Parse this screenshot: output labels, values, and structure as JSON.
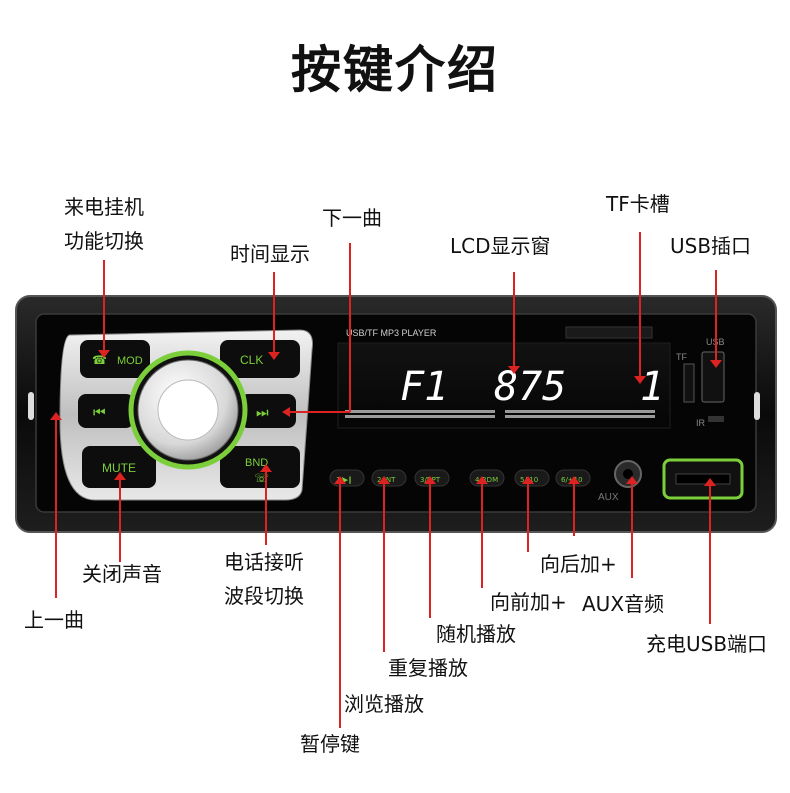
{
  "title": "按键介绍",
  "device": {
    "header_text": "USB/TF  MP3  PLAYER",
    "lcd_band": "F1",
    "lcd_freq": "875",
    "lcd_ch": "1",
    "tf_label": "TF",
    "usb_label": "USB",
    "ir_label": "IR",
    "aux_label": "AUX",
    "buttons": {
      "mod": "MOD",
      "clk": "CLK",
      "mute": "MUTE",
      "bnd": "BND",
      "prev": "⏮",
      "next": "⏭"
    },
    "presets": [
      "1/▶‖",
      "2/INT",
      "3/RPT",
      "4/RDM",
      "5/-10",
      "6/+10"
    ],
    "accent_color": "#7ccf3a",
    "lcd_color": "#ffffff"
  },
  "labels": {
    "hangup_line1": "来电挂机",
    "hangup_line2": "功能切换",
    "time_display": "时间显示",
    "next_track": "下一曲",
    "lcd_window": "LCD显示窗",
    "tf_slot": "TF卡槽",
    "usb_port": "USB插口",
    "mute": "关闭声音",
    "prev_track": "上一曲",
    "phone_line1": "电话接听",
    "phone_line2": "波段切换",
    "pause": "暂停键",
    "browse": "浏览播放",
    "repeat": "重复播放",
    "random": "随机播放",
    "forward": "向前加+",
    "backward": "向后加+",
    "aux": "AUX音频",
    "charge_usb": "充电USB端口"
  }
}
